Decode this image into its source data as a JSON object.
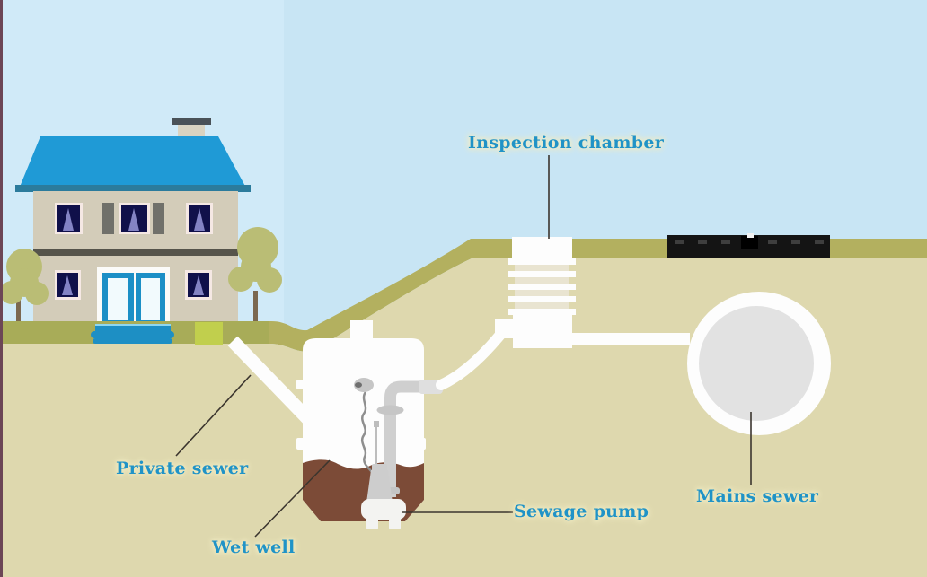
{
  "diagram": {
    "labels": {
      "inspection_chamber": "Inspection chamber",
      "private_sewer": "Private sewer",
      "wet_well": "Wet well",
      "sewage_pump": "Sewage pump",
      "mains_sewer": "Mains sewer"
    },
    "colors": {
      "sky": "#c8e5f4",
      "ground_tan": "#ded8ae",
      "grass_band": "#b3b05f",
      "lawn": "#a8ac58",
      "label_text": "#2093c7",
      "leader_line": "#3b352e",
      "sewage_brown": "#7c4b37",
      "pipe_white": "#fdfdfd",
      "pump_gray": "#cfcfcf",
      "roof_blue": "#1f9ad6",
      "door_blue": "#1c8fc6",
      "wall_beige": "#d3ccb9",
      "road_black": "#141414",
      "mains_sewer_inner": "#e2e2e2"
    }
  }
}
